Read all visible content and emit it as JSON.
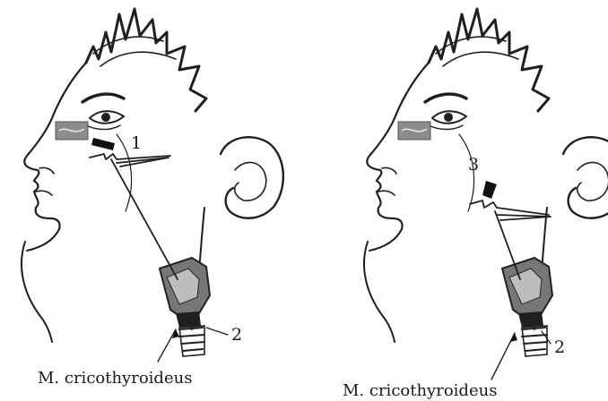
{
  "panels": [
    {
      "marker_number": "1",
      "larynx_number": "2",
      "muscle_label": "M. cricothyroideus"
    },
    {
      "marker_number": "3",
      "larynx_number": "2",
      "muscle_label": "M. cricothyroideus"
    }
  ]
}
